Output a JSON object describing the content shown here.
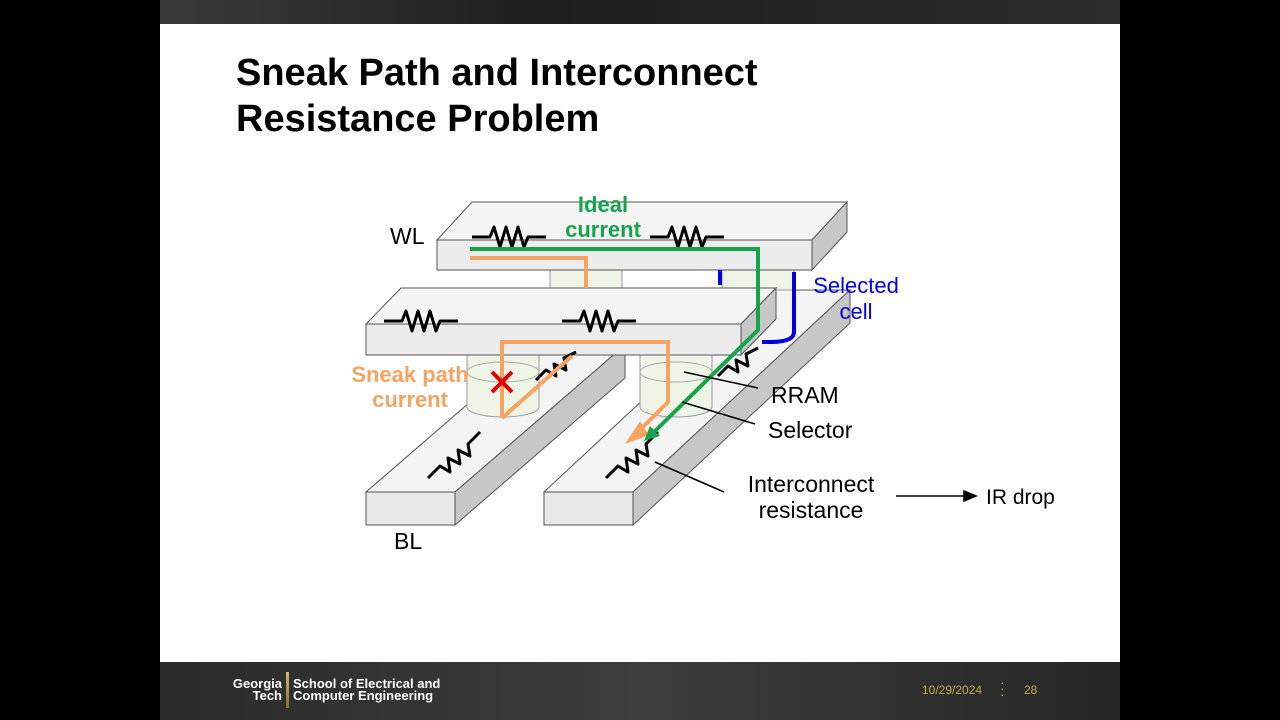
{
  "slide": {
    "title_line1": "Sneak Path and Interconnect",
    "title_line2": "Resistance Problem"
  },
  "diagram": {
    "wl_label": "WL",
    "bl_label": "BL",
    "ideal_current_line1": "Ideal",
    "ideal_current_line2": "current",
    "selected_cell_line1": "Selected",
    "selected_cell_line2": "cell",
    "sneak_path_line1": "Sneak path",
    "sneak_path_line2": "current",
    "rram_label": "RRAM",
    "selector_label": "Selector",
    "interconnect_line1": "Interconnect",
    "interconnect_line2": "resistance",
    "ir_drop_label": "IR drop",
    "colors": {
      "ideal": "#16a34a",
      "sneak": "#f4a460",
      "selected": "#0000e0",
      "cross": "#e00000"
    }
  },
  "footer": {
    "logo_line1": "Georgia",
    "logo_line2": "Tech",
    "school_line1": "School of Electrical and",
    "school_line2": "Computer Engineering",
    "date": "10/29/2024",
    "page": "28"
  }
}
